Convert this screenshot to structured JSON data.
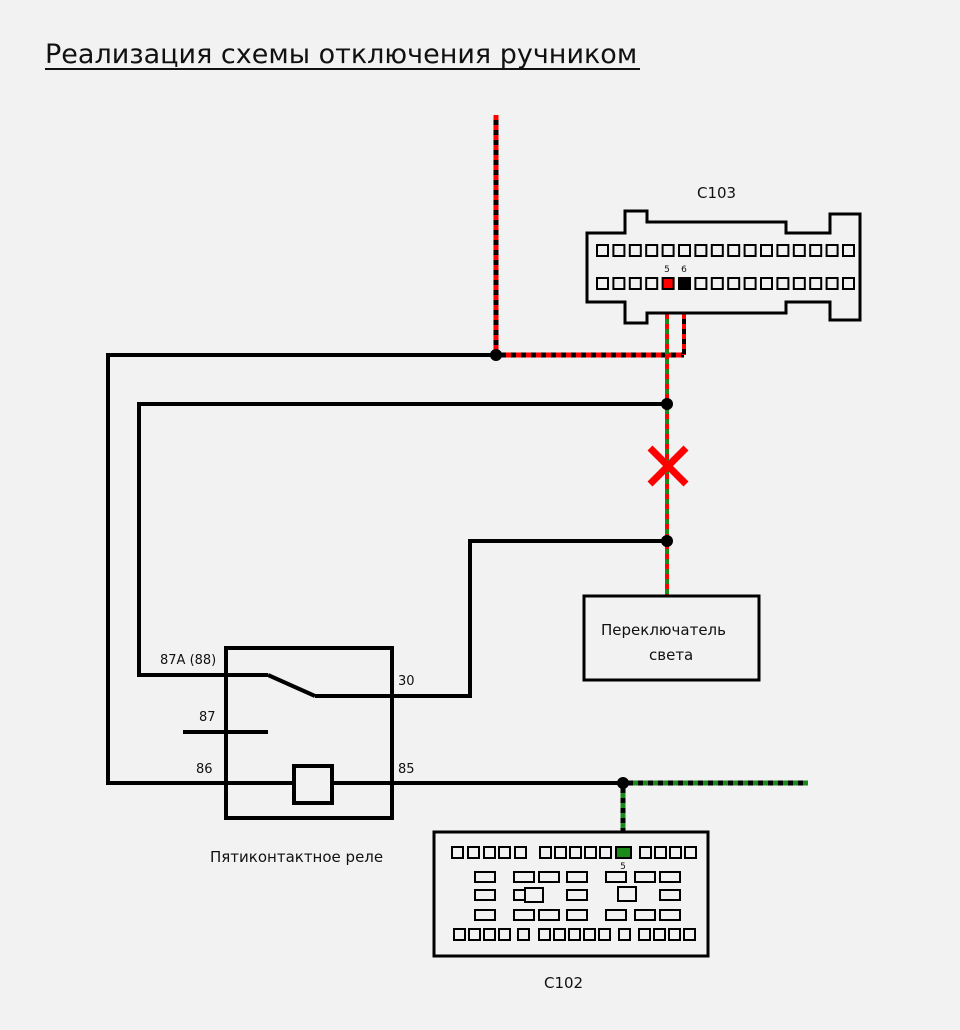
{
  "title": "Реализация схемы отключения ручником",
  "connectors": {
    "c103": {
      "label": "C103",
      "pin5": "5",
      "pin6": "6"
    },
    "c102": {
      "label": "C102",
      "pin5": "5"
    }
  },
  "relay": {
    "caption": "Пятиконтактное реле",
    "pins": {
      "p87a": "87A (88)",
      "p87": "87",
      "p86": "86",
      "p30": "30",
      "p85": "85"
    }
  },
  "switch": {
    "line1": "Переключатель",
    "line2": "света"
  },
  "colors": {
    "background": "#f2f2f2",
    "wire": "#000000",
    "red": "#ff0000",
    "green": "#1a8a1a",
    "cut_mark": "#ff0000"
  }
}
